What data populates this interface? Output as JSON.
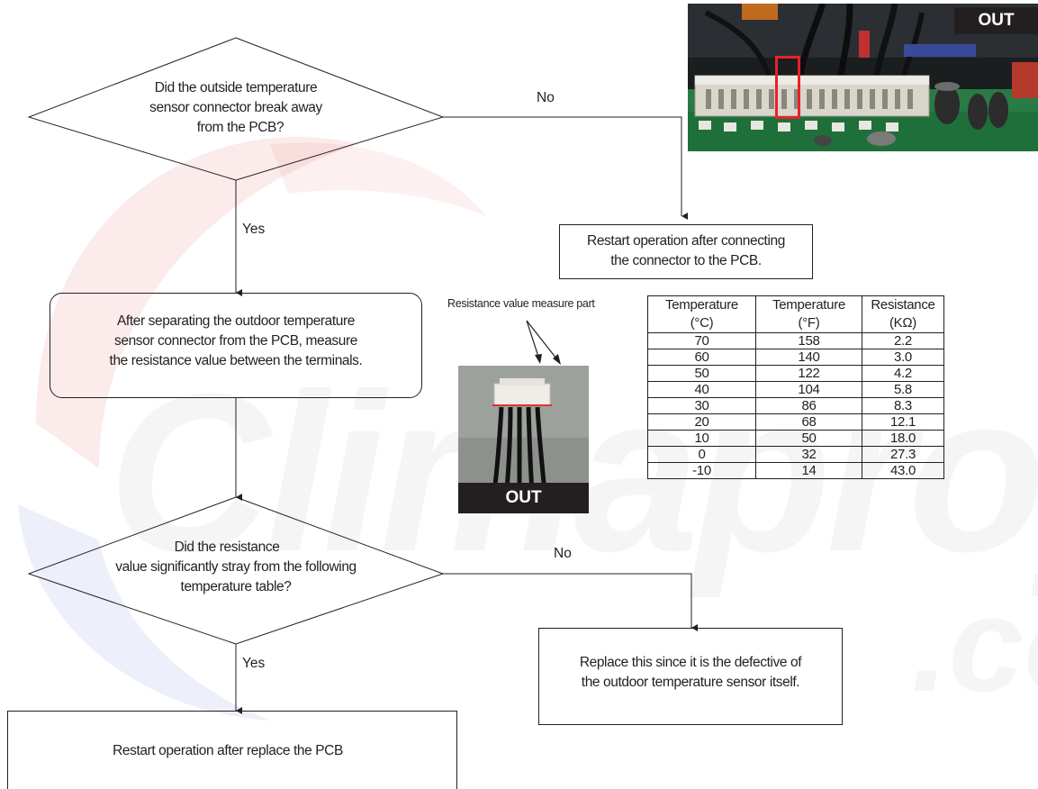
{
  "watermark": {
    "main": "Climaproyecto",
    "suffix": ".co"
  },
  "decision1": {
    "line1": "Did the outside temperature",
    "line2": "sensor connector break away",
    "line3": "from the PCB?",
    "no_label": "No",
    "yes_label": "Yes"
  },
  "action_connect": {
    "line1": "Restart operation after connecting",
    "line2": "the connector to the PCB."
  },
  "photo_top": {
    "badge": "OUT",
    "highlight_color": "#e8222a"
  },
  "process_measure": {
    "line1": "After separating the outdoor temperature",
    "line2": "sensor connector from the PCB, measure",
    "line3": "the resistance value between the terminals."
  },
  "measure_photo": {
    "caption": "Resistance value measure part",
    "badge": "OUT"
  },
  "temperature_table": {
    "headers": [
      {
        "line1": "Temperature",
        "line2": "(°C)"
      },
      {
        "line1": "Temperature",
        "line2": "(°F)"
      },
      {
        "line1": "Resistance",
        "line2": "(KΩ)"
      }
    ],
    "rows": [
      [
        "70",
        "158",
        "2.2"
      ],
      [
        "60",
        "140",
        "3.0"
      ],
      [
        "50",
        "122",
        "4.2"
      ],
      [
        "40",
        "104",
        "5.8"
      ],
      [
        "30",
        "86",
        "8.3"
      ],
      [
        "20",
        "68",
        "12.1"
      ],
      [
        "10",
        "50",
        "18.0"
      ],
      [
        "0",
        "32",
        "27.3"
      ],
      [
        "-10",
        "14",
        "43.0"
      ]
    ]
  },
  "decision2": {
    "line1": "Did the resistance",
    "line2": "value significantly stray from the following",
    "line3": "temperature table?",
    "no_label": "No",
    "yes_label": "Yes"
  },
  "action_replace_sensor": {
    "line1": "Replace this since it is the defective of",
    "line2": "the outdoor temperature sensor itself."
  },
  "action_replace_pcb": {
    "text": "Restart operation after replace the PCB"
  }
}
